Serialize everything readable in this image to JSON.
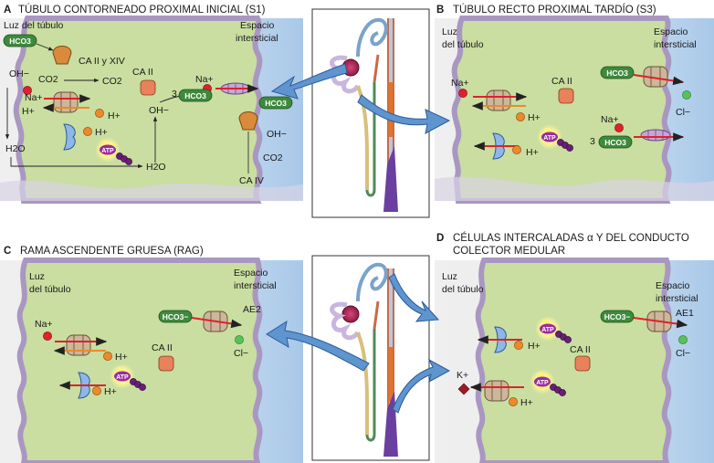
{
  "panels": {
    "A": {
      "letter": "A",
      "title": "TÚBULO CONTORNEADO PROXIMAL INICIAL (S1)",
      "lumen": "Luz del túbulo",
      "interstitial": [
        "Espacio",
        "intersticial"
      ],
      "hco3": "HCO3",
      "oh": "OH−",
      "co2": "CO2",
      "h2o": "H2O",
      "na": "Na+",
      "h": "H+",
      "ca_ii_xiv": "CA II y XIV",
      "ca_ii": "CA II",
      "ca_iv": "CA IV",
      "three": "3",
      "atp": "ATP"
    },
    "B": {
      "letter": "B",
      "title": "TÚBULO RECTO PROXIMAL TARDÍO (S3)",
      "lumen": [
        "Luz",
        "del túbulo"
      ],
      "interstitial": [
        "Espacio",
        "intersticial"
      ],
      "na": "Na+",
      "h": "H+",
      "ca_ii": "CA II",
      "cl": "Cl−",
      "hco3": "HCO3",
      "three": "3",
      "atp": "ATP"
    },
    "C": {
      "letter": "C",
      "title": "RAMA ASCENDENTE GRUESA (RAG)",
      "lumen": [
        "Luz",
        "del túbulo"
      ],
      "interstitial": [
        "Espacio",
        "intersticial"
      ],
      "na": "Na+",
      "h": "H+",
      "ca_ii": "CA II",
      "cl": "Cl−",
      "hco3": "HCO3−",
      "ae": "AE2",
      "atp": "ATP"
    },
    "D": {
      "letter": "D",
      "title": [
        "CÉLULAS INTERCALADAS α Y DEL CONDUCTO",
        "COLECTOR MEDULAR"
      ],
      "lumen": [
        "Luz",
        "del túbulo"
      ],
      "interstitial": [
        "Espacio",
        "intersticial"
      ],
      "k": "K+",
      "h": "H+",
      "ca_ii": "CA II",
      "cl": "Cl−",
      "hco3": "HCO3−",
      "ae": "AE1",
      "atp": "ATP"
    }
  },
  "colors": {
    "cell": "#c9dea0",
    "lumen": "#ececec",
    "interstitium": "#bcd6ee",
    "membrane": "#a997c2",
    "arrow": "#5f95cf",
    "hco3": "#3e8a3c",
    "sodium": "#e0212b",
    "proton": "#ec8a2a",
    "chloride": "#58c25a",
    "potassium": "#9e1a27",
    "atp": "#9a2c9e",
    "atp_glow": "#fff27a"
  }
}
